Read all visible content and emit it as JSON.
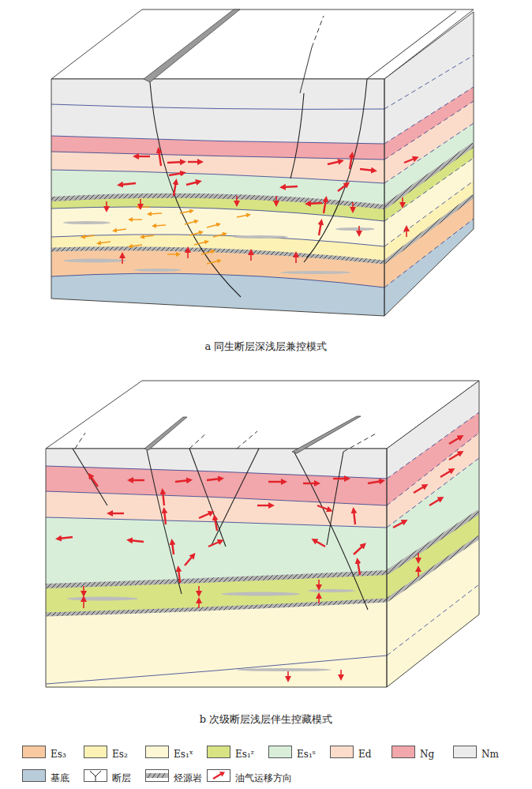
{
  "diagram": {
    "labels": [
      "a 同生断层深浅层兼控模式",
      "b 次级断层浅层伴生控藏模式"
    ],
    "legend": [
      {
        "text": "Es₃",
        "color": "#f8c9a0"
      },
      {
        "text": "Es₂",
        "color": "#fdf2b5"
      },
      {
        "text": "Es₁ˣ",
        "color": "#fdf7d6"
      },
      {
        "text": "Es₁ᶻ",
        "color": "#d8e384"
      },
      {
        "text": "Es₁ˢ",
        "color": "#d8eed9"
      },
      {
        "text": "Ed",
        "color": "#fbdccb"
      },
      {
        "text": "Ng",
        "color": "#f1a7ab"
      },
      {
        "text": "Nm",
        "color": "#ebebeb"
      },
      {
        "text": "基底",
        "color": "#b8ccda"
      },
      {
        "text": "断层"
      },
      {
        "text": "烃源岩"
      },
      {
        "text": "油气运移方向"
      }
    ]
  }
}
